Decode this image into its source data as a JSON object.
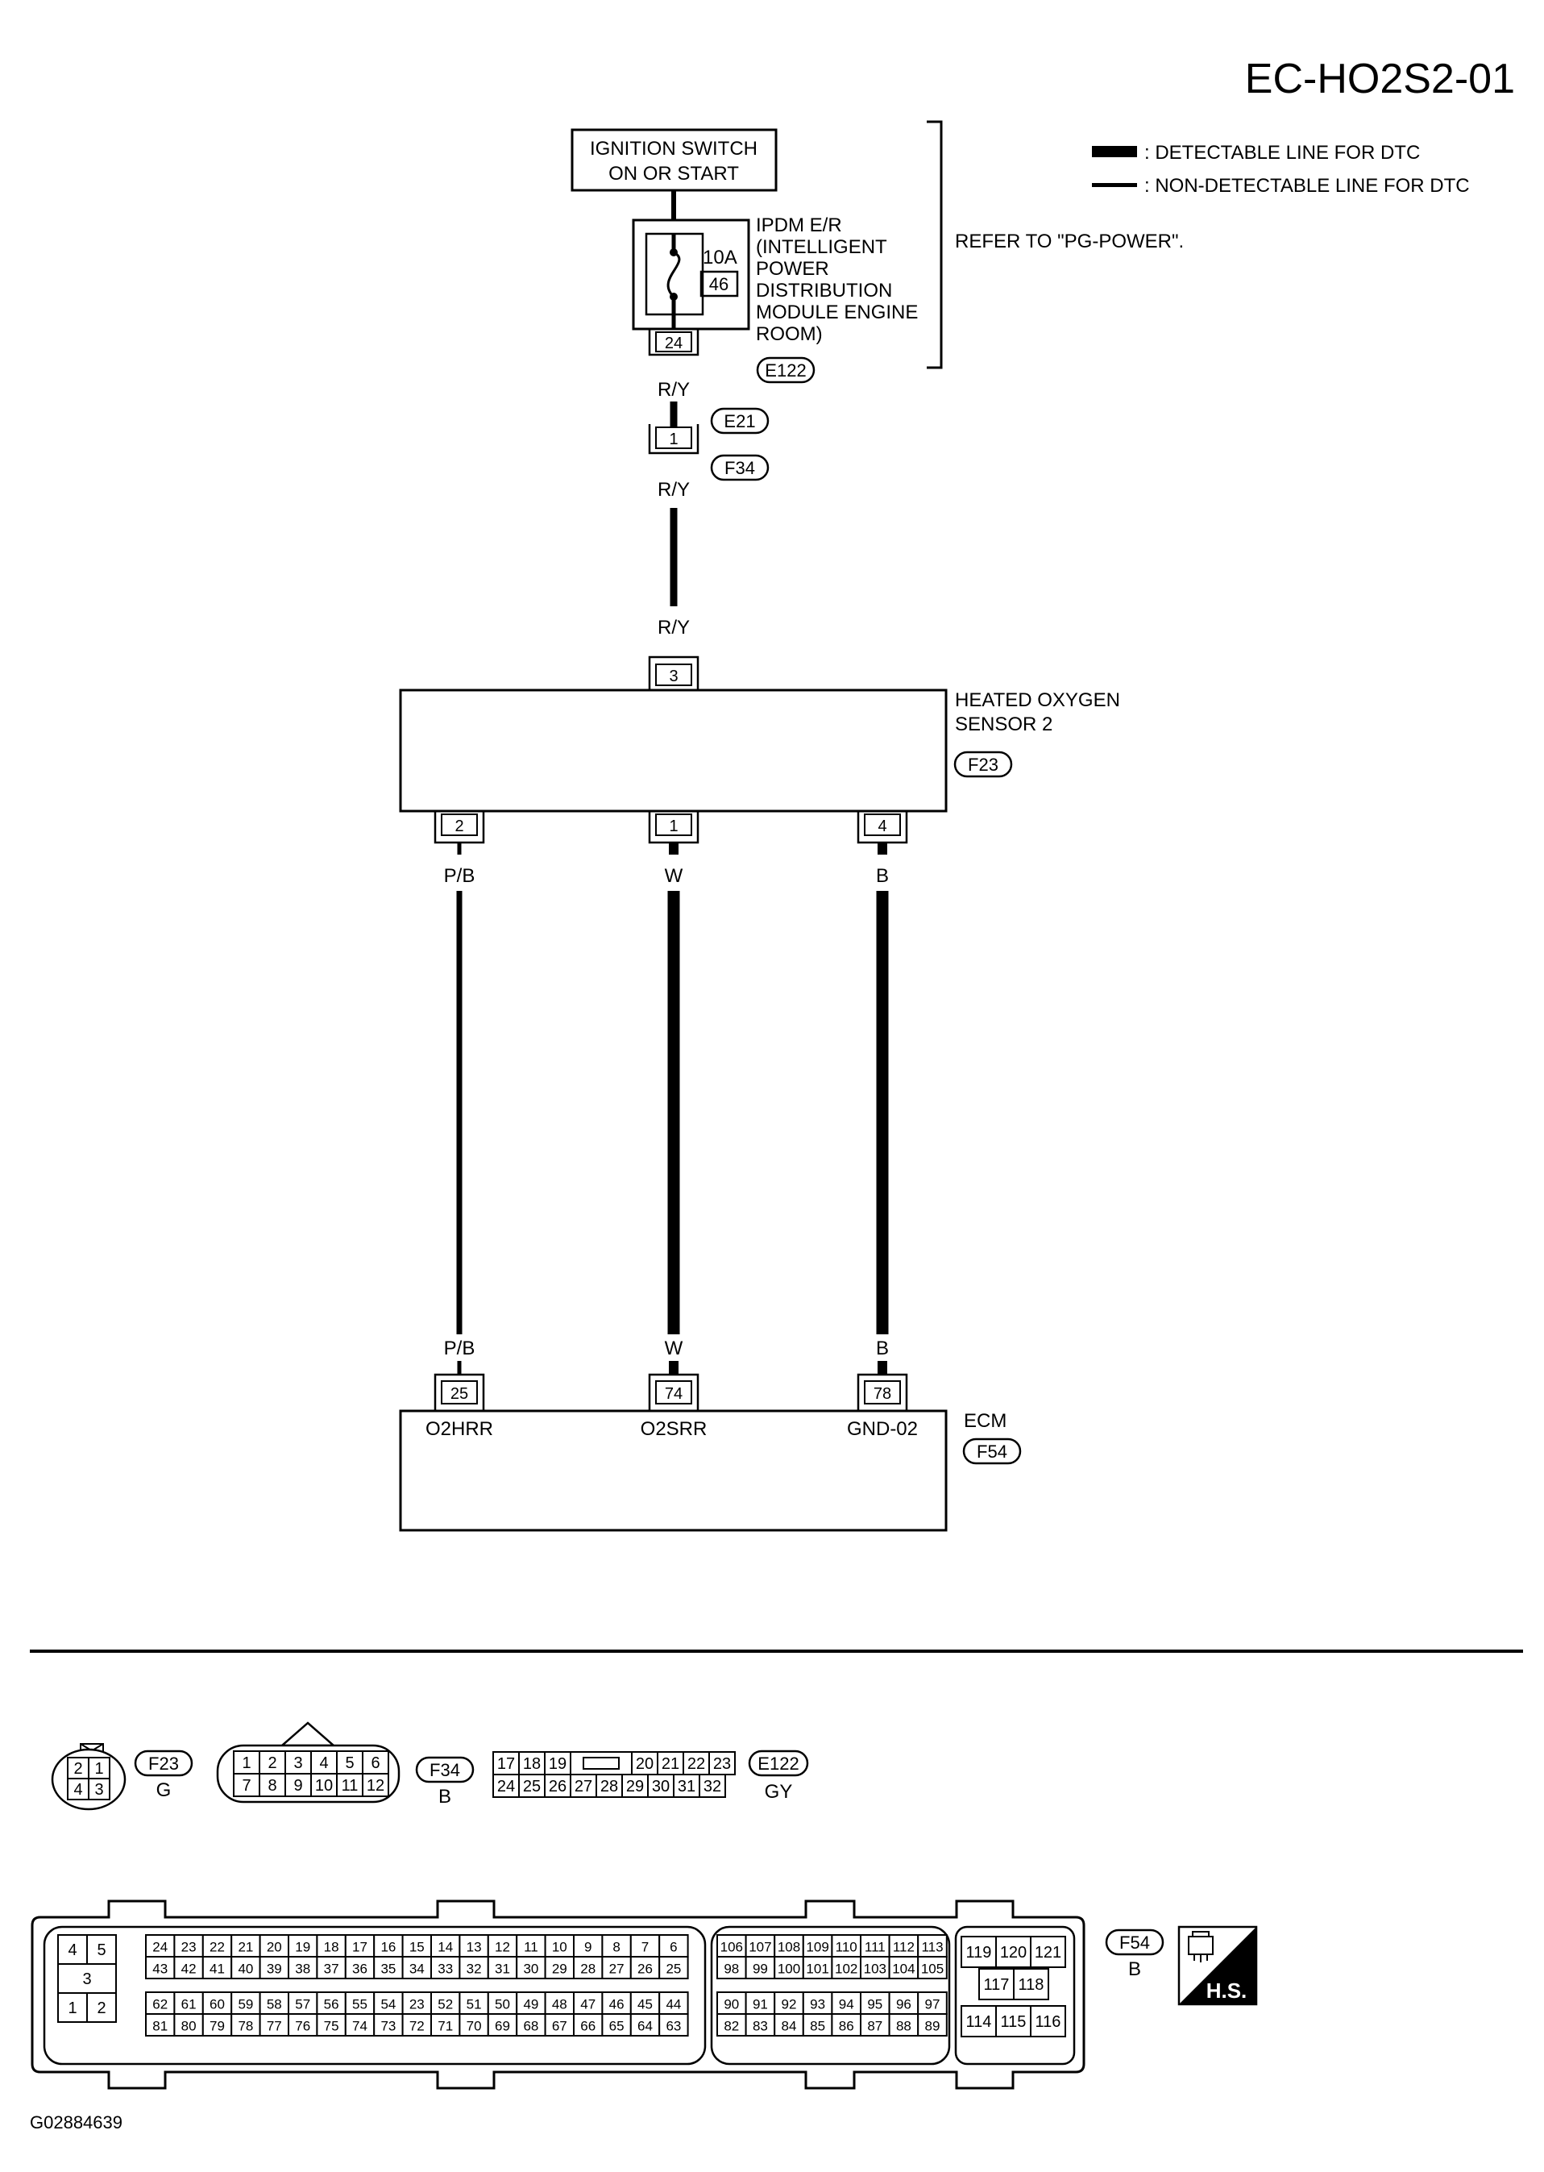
{
  "diagram": {
    "title": "EC-HO2S2-01",
    "figure_id": "G02884639",
    "legend": {
      "detectable": ": DETECTABLE LINE FOR DTC",
      "non_detectable": ": NON-DETECTABLE LINE FOR DTC"
    },
    "ignition_switch": {
      "line1": "IGNITION SWITCH",
      "line2": "ON OR START"
    },
    "ipdm": {
      "fuse_rating": "10A",
      "fuse_number": "46",
      "lines": [
        "IPDM E/R",
        "(INTELLIGENT",
        "POWER",
        "DISTRIBUTION",
        "MODULE ENGINE",
        "ROOM)"
      ],
      "pin": "24",
      "connector": "E122",
      "refer": "REFER TO \"PG-POWER\"."
    },
    "wires": {
      "ry_1": "R/Y",
      "ry_2": "R/Y",
      "ry_3": "R/Y",
      "pb_top": "P/B",
      "w_top": "W",
      "b_top": "B",
      "pb_bottom": "P/B",
      "w_bottom": "W",
      "b_bottom": "B"
    },
    "joint_connector": {
      "pin": "1",
      "connector_top": "E21",
      "connector_bottom": "F34"
    },
    "sensor": {
      "line1": "HEATED OXYGEN",
      "line2": "SENSOR 2",
      "connector": "F23",
      "pin_top": "3",
      "pins_bottom": [
        "2",
        "1",
        "4"
      ]
    },
    "ecm": {
      "name": "ECM",
      "connector": "F54",
      "pins": [
        "25",
        "74",
        "78"
      ],
      "signals": [
        "O2HRR",
        "O2SRR",
        "GND-02"
      ]
    }
  },
  "connector_views": {
    "f23": {
      "id": "F23",
      "color": "G",
      "pins": [
        "2",
        "1",
        "4",
        "3"
      ]
    },
    "f34": {
      "id": "F34",
      "color": "B",
      "row1": [
        "1",
        "2",
        "3",
        "4",
        "5",
        "6"
      ],
      "row2": [
        "7",
        "8",
        "9",
        "10",
        "11",
        "12"
      ]
    },
    "e122": {
      "id": "E122",
      "color": "GY",
      "row1_left": [
        "17",
        "18",
        "19"
      ],
      "row1_right": [
        "20",
        "21",
        "22",
        "23"
      ],
      "row2": [
        "24",
        "25",
        "26",
        "27",
        "28",
        "29",
        "30",
        "31",
        "32"
      ]
    },
    "f54": {
      "id": "F54",
      "color": "B",
      "left_block": [
        "4",
        "5",
        "3",
        "1",
        "2"
      ],
      "main_row1": [
        "24",
        "23",
        "22",
        "21",
        "20",
        "19",
        "18",
        "17",
        "16",
        "15",
        "14",
        "13",
        "12",
        "11",
        "10",
        "9",
        "8",
        "7",
        "6"
      ],
      "main_row2": [
        "43",
        "42",
        "41",
        "40",
        "39",
        "38",
        "37",
        "36",
        "35",
        "34",
        "33",
        "32",
        "31",
        "30",
        "29",
        "28",
        "27",
        "26",
        "25"
      ],
      "main_row3": [
        "62",
        "61",
        "60",
        "59",
        "58",
        "57",
        "56",
        "55",
        "54",
        "23",
        "52",
        "51",
        "50",
        "49",
        "48",
        "47",
        "46",
        "45",
        "44"
      ],
      "main_row4": [
        "81",
        "80",
        "79",
        "78",
        "77",
        "76",
        "75",
        "74",
        "73",
        "72",
        "71",
        "70",
        "69",
        "68",
        "67",
        "66",
        "65",
        "64",
        "63"
      ],
      "mid_row1": [
        "106",
        "107",
        "108",
        "109",
        "110",
        "111",
        "112",
        "113"
      ],
      "mid_row2": [
        "98",
        "99",
        "100",
        "101",
        "102",
        "103",
        "104",
        "105"
      ],
      "mid_row3": [
        "90",
        "91",
        "92",
        "93",
        "94",
        "95",
        "96",
        "97"
      ],
      "mid_row4": [
        "82",
        "83",
        "84",
        "85",
        "86",
        "87",
        "88",
        "89"
      ],
      "right_row1": [
        "119",
        "120",
        "121"
      ],
      "right_row2": [
        "117",
        "118"
      ],
      "right_row3": [
        "114",
        "115",
        "116"
      ]
    },
    "hs_badge": "H.S."
  }
}
